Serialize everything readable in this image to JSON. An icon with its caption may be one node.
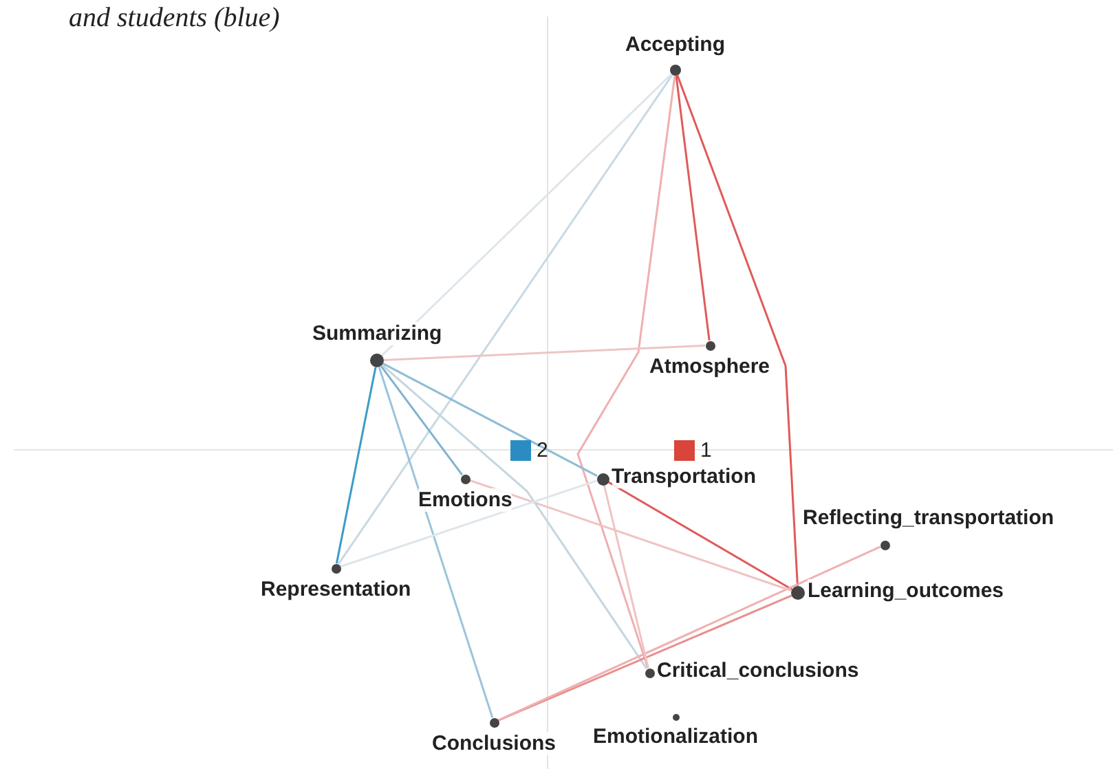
{
  "diagram": {
    "nodes": [
      {
        "text": [
          "Accepting"
        ]
      },
      {
        "text": [
          "Summarizing"
        ]
      },
      {
        "text": [
          "Atmosphere"
        ]
      },
      {
        "text": [
          "Emotions"
        ]
      },
      {
        "text": [
          "Transportation"
        ]
      },
      {
        "text": [
          "Representation"
        ]
      },
      {
        "text": [
          "Reflecting_transportation"
        ]
      },
      {
        "text": [
          "Learning_outcomes"
        ]
      },
      {
        "text": [
          "Critical_conclusions"
        ]
      },
      {
        "text": [
          "Conclusions"
        ]
      },
      {
        "text": [
          "Emotionalization"
        ]
      }
    ],
    "edges": [
      {
        "from": 0,
        "to": 2,
        "arrow": "none",
        "color": "#e05a5a"
      },
      {
        "from": 0,
        "to": 7,
        "arrow": "none",
        "color": "#e05a5a"
      },
      {
        "from": 0,
        "to": 8,
        "arrow": "none",
        "color": "#efb0b0"
      },
      {
        "from": 0,
        "to": 5,
        "arrow": "none",
        "color": "#c9d9e3"
      },
      {
        "from": 0,
        "to": 1,
        "arrow": "none",
        "color": "#dde6ec"
      },
      {
        "from": 1,
        "to": 5,
        "arrow": "none",
        "color": "#3a9cc6"
      },
      {
        "from": 1,
        "to": 4,
        "arrow": "none",
        "color": "#8fbdd6"
      },
      {
        "from": 1,
        "to": 3,
        "arrow": "none",
        "color": "#7fb3d0"
      },
      {
        "from": 1,
        "to": 9,
        "arrow": "none",
        "color": "#9cc4db"
      },
      {
        "from": 1,
        "to": 8,
        "arrow": "none",
        "color": "#c4d6e2"
      },
      {
        "from": 1,
        "to": 2,
        "arrow": "none",
        "color": "#efc4c4"
      },
      {
        "from": 4,
        "to": 7,
        "arrow": "none",
        "color": "#e05a5a"
      },
      {
        "from": 9,
        "to": 7,
        "arrow": "none",
        "color": "#e89090"
      },
      {
        "from": 9,
        "to": 6,
        "arrow": "none",
        "color": "#efb0b0"
      },
      {
        "from": 3,
        "to": 7,
        "arrow": "none",
        "color": "#efc4c4"
      },
      {
        "from": 4,
        "to": 8,
        "arrow": "none",
        "color": "#efc4c4"
      },
      {
        "from": 5,
        "to": 4,
        "arrow": "none",
        "color": "#dde6ec"
      }
    ],
    "labels": [
      "and students (blue)"
    ],
    "legend": [
      {
        "text": "2",
        "color": "#2b8cc4"
      },
      {
        "text": "1",
        "color": "#d9453a"
      }
    ]
  }
}
